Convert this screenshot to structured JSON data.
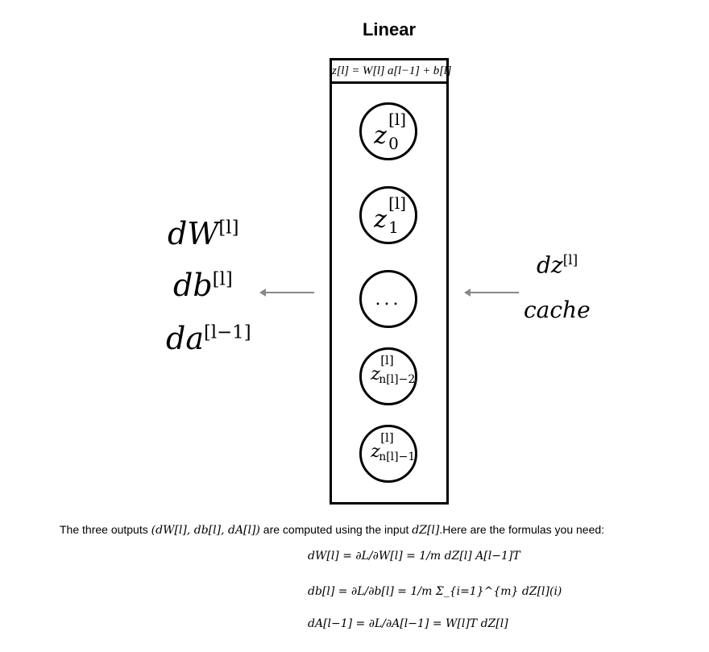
{
  "title": "Linear",
  "layer": {
    "formula": "z[l] = W[l] a[l−1] + b[l]",
    "nodes": [
      {
        "base": "z",
        "sup": "[l]",
        "sub": "0"
      },
      {
        "base": "z",
        "sup": "[l]",
        "sub": "1"
      },
      {
        "base": "...",
        "sup": "",
        "sub": ""
      },
      {
        "base": "z",
        "sup": "[l]",
        "sub": "n[l]−2"
      },
      {
        "base": "z",
        "sup": "[l]",
        "sub": "n[l]−1"
      }
    ]
  },
  "outputs": [
    {
      "base": "dW",
      "sup": "[l]"
    },
    {
      "base": "db",
      "sup": "[l]"
    },
    {
      "base": "da",
      "sup": "[l−1]"
    }
  ],
  "inputs": [
    {
      "base": "dz",
      "sup": "[l]"
    },
    {
      "base": "cache",
      "sup": ""
    }
  ],
  "description": {
    "prefix": "The three outputs ",
    "outputs_math": "(dW[l], db[l], dA[l])",
    "middle": " are computed using the input ",
    "input_math": "dZ[l]",
    "suffix": ".Here are the formulas you need:"
  },
  "formulas": [
    "dW[l] = ∂L/∂W[l] = 1/m dZ[l] A[l−1]T",
    "db[l] = ∂L/∂b[l] = 1/m Σ_{i=1}^{m} dZ[l](i)",
    "dA[l−1] = ∂L/∂A[l−1] = W[l]T dZ[l]"
  ]
}
